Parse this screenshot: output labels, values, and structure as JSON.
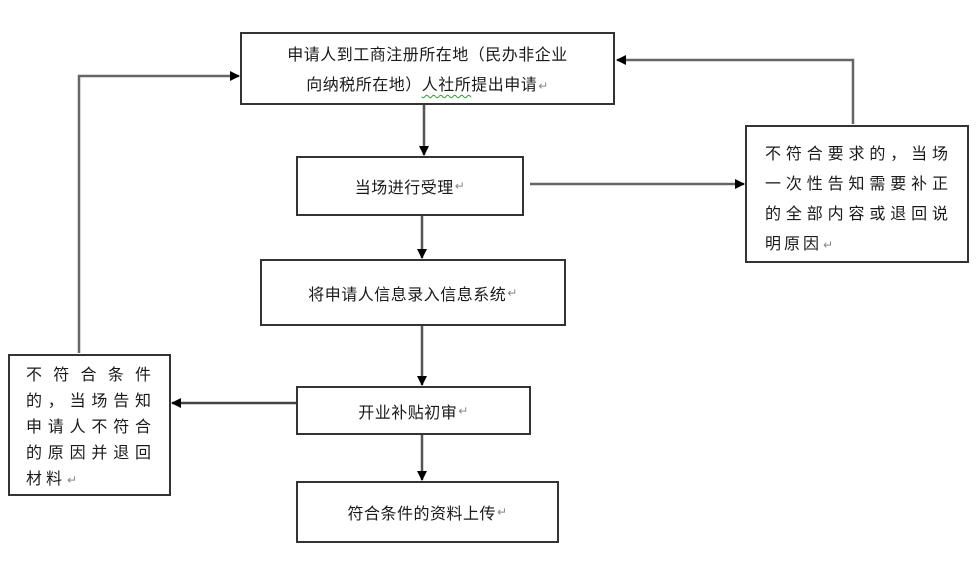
{
  "diagram": {
    "title": "开业补贴申请流程",
    "colors": {
      "line": "#555555",
      "box_border": "#333333",
      "arrowhead": "#000000",
      "spellcheck_underline": "#2e9b2e"
    },
    "nodes": {
      "apply": {
        "line1": "申请人到工商注册所在地（民办非企业",
        "line2_pre": "向纳税所在地）",
        "line2_underlined": "人社所",
        "line2_post": "提出申请"
      },
      "accept": {
        "text": "当场进行受理"
      },
      "enter_info": {
        "text": "将申请人信息录入信息系统"
      },
      "initial_review": {
        "text": "开业补贴初审"
      },
      "upload": {
        "text": "符合条件的资料上传"
      },
      "reject_supplement": {
        "lines": [
          "不符合要求的，当场",
          "一次性告知需要补正",
          "的全部内容或退回说",
          "明原因"
        ]
      },
      "reject_return": {
        "lines": [
          "不符合条件",
          "的，当场告知",
          "申请人不符合",
          "的原因并退回",
          "材料"
        ]
      }
    },
    "paragraph_mark": "↵",
    "edges": [
      {
        "from": "apply",
        "to": "accept"
      },
      {
        "from": "accept",
        "to": "enter_info"
      },
      {
        "from": "accept",
        "to": "reject_supplement"
      },
      {
        "from": "reject_supplement",
        "to": "apply"
      },
      {
        "from": "enter_info",
        "to": "initial_review"
      },
      {
        "from": "initial_review",
        "to": "upload"
      },
      {
        "from": "initial_review",
        "to": "reject_return"
      },
      {
        "from": "reject_return",
        "to": "apply"
      }
    ]
  }
}
